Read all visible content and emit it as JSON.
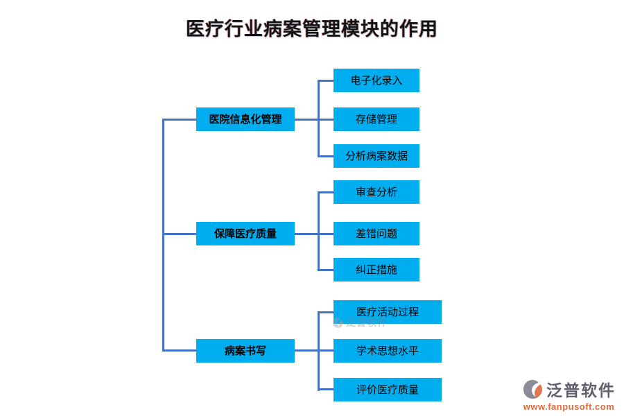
{
  "title": "医疗行业病案管理模块的作用",
  "colors": {
    "box": "#00AEEF",
    "line": "#4472C4",
    "title-color": "#141414",
    "node-text": "#000000",
    "logo-gray": "#5F5F6D",
    "logo-orange": "#E06B3E"
  },
  "tree": {
    "groups": [
      {
        "parent": {
          "label": "医院信息化管理"
        },
        "children": [
          {
            "label": "电子化录入"
          },
          {
            "label": "存储管理"
          },
          {
            "label": "分析病案数据"
          }
        ]
      },
      {
        "parent": {
          "label": "保障医疗质量"
        },
        "children": [
          {
            "label": "审查分析"
          },
          {
            "label": "差错问题"
          },
          {
            "label": "纠正措施"
          }
        ]
      },
      {
        "parent": {
          "label": "病案书写"
        },
        "children": [
          {
            "label": "医疗活动过程"
          },
          {
            "label": "学术思想水平"
          },
          {
            "label": "评价医疗质量"
          }
        ]
      }
    ]
  },
  "watermark": {
    "inline_text": "泛普软件",
    "logo_text": "泛普软件",
    "url": "www.fanpusoft.com"
  }
}
